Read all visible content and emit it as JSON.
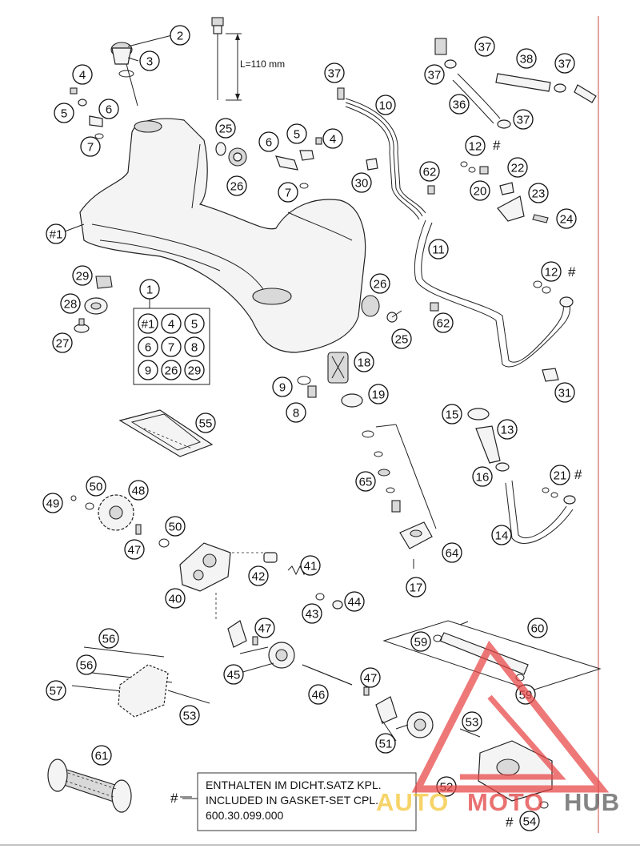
{
  "dimension_label": "L=110 mm",
  "gasket_note": {
    "hash": "#",
    "lines": [
      "ENTHALTEN IM DICHT.SATZ KPL.",
      "INCLUDED IN GASKET-SET CPL.",
      "600.30.099.000"
    ]
  },
  "kit_box": {
    "callout": "1",
    "items": [
      "#1",
      "4",
      "5",
      "6",
      "7",
      "8",
      "9",
      "26",
      "29"
    ]
  },
  "hash_marks": [
    "#",
    "#",
    "#",
    "#"
  ],
  "callouts": [
    {
      "label": "2"
    },
    {
      "label": "3"
    },
    {
      "label": "4"
    },
    {
      "label": "5"
    },
    {
      "label": "6"
    },
    {
      "label": "7"
    },
    {
      "label": "#1"
    },
    {
      "label": "25"
    },
    {
      "label": "26"
    },
    {
      "label": "6"
    },
    {
      "label": "5"
    },
    {
      "label": "4"
    },
    {
      "label": "7"
    },
    {
      "label": "37"
    },
    {
      "label": "10"
    },
    {
      "label": "30"
    },
    {
      "label": "62"
    },
    {
      "label": "37"
    },
    {
      "label": "38"
    },
    {
      "label": "37"
    },
    {
      "label": "37"
    },
    {
      "label": "36"
    },
    {
      "label": "37"
    },
    {
      "label": "12"
    },
    {
      "label": "22"
    },
    {
      "label": "20"
    },
    {
      "label": "23"
    },
    {
      "label": "24"
    },
    {
      "label": "11"
    },
    {
      "label": "12"
    },
    {
      "label": "29"
    },
    {
      "label": "28"
    },
    {
      "label": "27"
    },
    {
      "label": "26"
    },
    {
      "label": "25"
    },
    {
      "label": "62"
    },
    {
      "label": "18"
    },
    {
      "label": "9"
    },
    {
      "label": "8"
    },
    {
      "label": "19"
    },
    {
      "label": "31"
    },
    {
      "label": "55"
    },
    {
      "label": "15"
    },
    {
      "label": "13"
    },
    {
      "label": "65"
    },
    {
      "label": "16"
    },
    {
      "label": "21"
    },
    {
      "label": "14"
    },
    {
      "label": "64"
    },
    {
      "label": "17"
    },
    {
      "label": "50"
    },
    {
      "label": "48"
    },
    {
      "label": "49"
    },
    {
      "label": "50"
    },
    {
      "label": "47"
    },
    {
      "label": "40"
    },
    {
      "label": "41"
    },
    {
      "label": "42"
    },
    {
      "label": "43"
    },
    {
      "label": "44"
    },
    {
      "label": "47"
    },
    {
      "label": "45"
    },
    {
      "label": "46"
    },
    {
      "label": "47"
    },
    {
      "label": "60"
    },
    {
      "label": "59"
    },
    {
      "label": "59"
    },
    {
      "label": "56"
    },
    {
      "label": "56"
    },
    {
      "label": "57"
    },
    {
      "label": "53"
    },
    {
      "label": "53"
    },
    {
      "label": "51"
    },
    {
      "label": "61"
    },
    {
      "label": "52"
    },
    {
      "label": "54"
    }
  ],
  "watermark": {
    "parts": [
      "AUTO",
      "MOTO",
      "HUB"
    ],
    "colors": {
      "auto": "#f4c430",
      "moto": "#e23b3b",
      "hub": "#555555",
      "logo": "#e84545"
    }
  }
}
